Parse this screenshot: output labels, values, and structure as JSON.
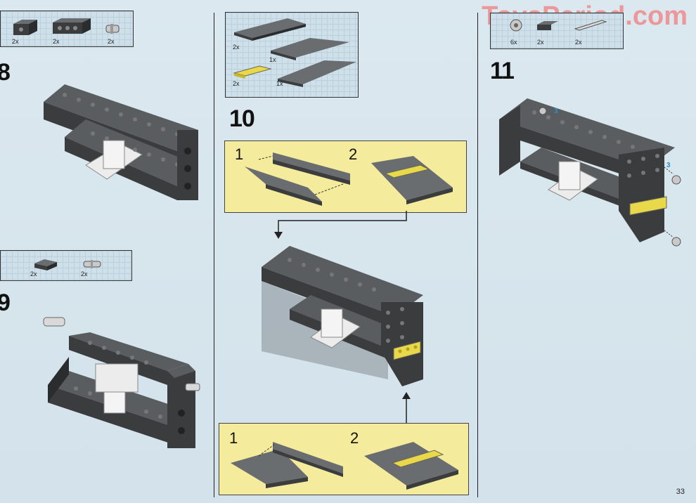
{
  "watermark": "ToysPeriod.com",
  "page_number": "33",
  "colors": {
    "page_bg": "#d8e6ee",
    "yellow_box": "#f4ec9c",
    "brick_dark": "#3a3c3e",
    "brick_mid": "#5a5d60",
    "brick_yellow": "#e8d84a",
    "brick_white": "#ececec",
    "watermark": "#f08a8c",
    "callout": "#2a8fc7"
  },
  "steps": {
    "step8": {
      "number": "8",
      "parts": [
        "2x",
        "2x",
        "2x"
      ]
    },
    "step9": {
      "number": "9",
      "parts": [
        "2x",
        "2x"
      ]
    },
    "step10": {
      "number": "10",
      "parts": [
        "2x",
        "1x",
        "2x",
        "1x"
      ],
      "sub_top": [
        "1",
        "2"
      ],
      "sub_bottom": [
        "1",
        "2"
      ]
    },
    "step11": {
      "number": "11",
      "parts": [
        "6x",
        "2x",
        "2x"
      ],
      "callouts": [
        "3",
        "3"
      ]
    }
  }
}
